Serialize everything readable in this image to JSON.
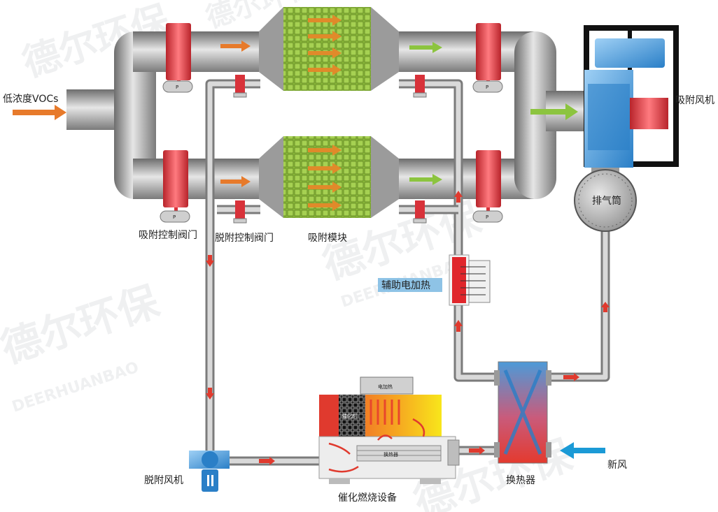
{
  "labels": {
    "inlet": "低浓度VOCs",
    "adsorption_fan": "吸附风机",
    "exhaust_stack": "排气筒",
    "adsorption_valve": "吸附控制阀门",
    "desorption_valve": "脱附控制阀门",
    "adsorption_module": "吸附模块",
    "aux_heater": "辅助电加热",
    "desorption_fan": "脱附风机",
    "catalytic_unit": "催化燃烧设备",
    "heat_exchanger": "换热器",
    "fresh_air": "新风",
    "electric_heating": "电加热",
    "catalyst": "催化剂",
    "unit_heat_exchanger": "换热器",
    "valve_mark": "P"
  },
  "watermark": {
    "brand": "德尔环保",
    "latin": "DEERHUANBAO"
  },
  "colors": {
    "pipe": "#8e8e8e",
    "valve_red": "#d8323a",
    "media_green": "#8fbf3c",
    "flow_orange": "#e77a2b",
    "flow_green": "#8cc43f",
    "flow_red": "#e03a2e",
    "fan_blue": "#2a7fc7",
    "fresh_air_blue": "#1b9ad6",
    "label_box": "#8ec3e6"
  }
}
